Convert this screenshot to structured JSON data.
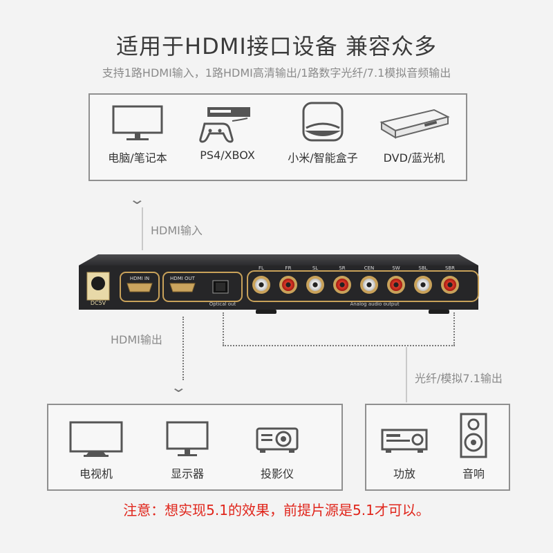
{
  "header": {
    "title": "适用于HDMI接口设备  兼容众多",
    "subtitle": "支持1路HDMI输入，1路HDMI高清输出/1路数字光纤/7.1模拟音频输出"
  },
  "sources": [
    {
      "label": "电脑/笔记本",
      "icon": "monitor-icon"
    },
    {
      "label": "PS4/XBOX",
      "icon": "game-console-icon"
    },
    {
      "label": "小米/智能盒子",
      "icon": "tv-box-icon"
    },
    {
      "label": "DVD/蓝光机",
      "icon": "dvd-player-icon"
    }
  ],
  "flow": {
    "input_label": "HDMI输入",
    "output_label": "HDMI输出",
    "audio_label": "光纤/模拟7.1输出"
  },
  "device": {
    "dc_label": "DC5V",
    "hdmi_in": "HDMI IN",
    "hdmi_out": "HDMI OUT",
    "optical": "Optical out",
    "analog": "Analog audio output",
    "channels": [
      "FL",
      "FR",
      "SL",
      "SR",
      "CEN",
      "SW",
      "SBL",
      "SBR"
    ]
  },
  "displays": [
    {
      "label": "电视机",
      "icon": "tv-icon"
    },
    {
      "label": "显示器",
      "icon": "monitor-icon"
    },
    {
      "label": "投影仪",
      "icon": "projector-icon"
    }
  ],
  "audio": [
    {
      "label": "功放",
      "icon": "amplifier-icon"
    },
    {
      "label": "音响",
      "icon": "speaker-icon"
    }
  ],
  "note": "注意：想实现5.1的效果，前提片源是5.1才可以。",
  "colors": {
    "note": "#e0251b",
    "device_body": "#2a2a2c",
    "gold": "#c9a25a",
    "border": "#8f8f8f"
  }
}
